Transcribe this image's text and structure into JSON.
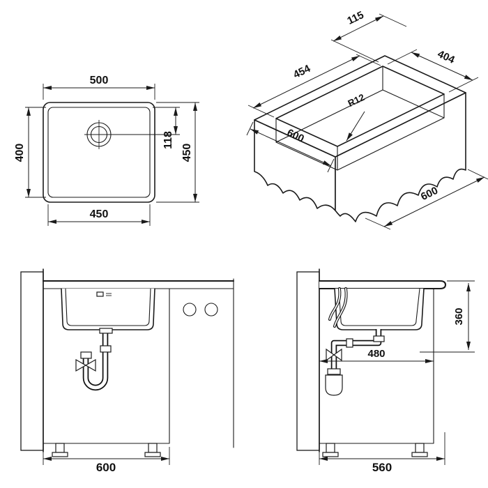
{
  "meta": {
    "background_color": "#ffffff",
    "line_color": "#1a1a1a",
    "drawing_type": "sink installation technical drawing"
  },
  "views": {
    "plan": {
      "label": "top-view",
      "dims": {
        "outer_width": "500",
        "inner_width": "450",
        "inner_depth": "400",
        "drain_offset": "118",
        "outer_depth": "450"
      }
    },
    "iso": {
      "label": "perspective-view",
      "dims": {
        "ledge": "115",
        "bowl_width": "404",
        "bowl_length": "454",
        "corner_radius": "R12",
        "edge_length": "600",
        "depth": "600"
      }
    },
    "front": {
      "label": "front-installation-view",
      "dims": {
        "cabinet_width": "600"
      }
    },
    "side": {
      "label": "side-installation-view",
      "dims": {
        "height_below_top": "360",
        "clear_depth": "480",
        "cabinet_depth": "560"
      }
    }
  }
}
